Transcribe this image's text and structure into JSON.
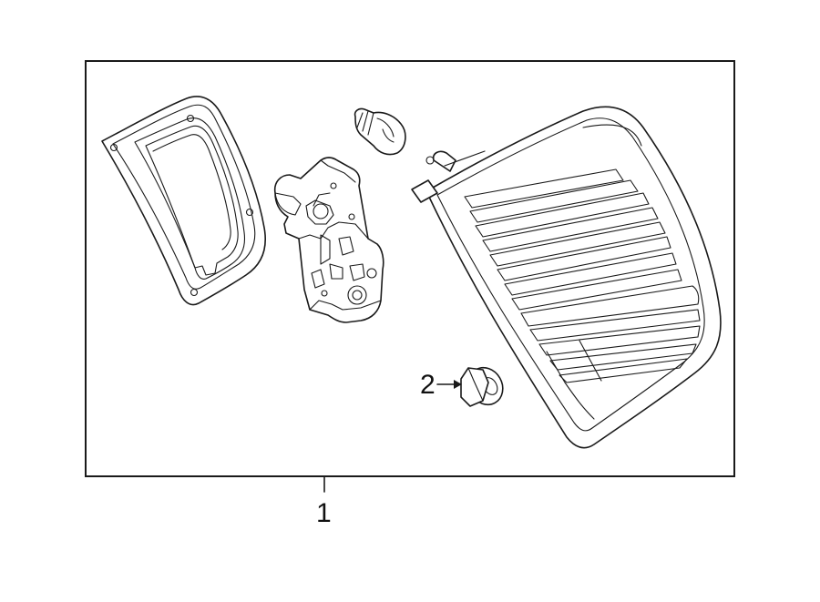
{
  "diagram": {
    "callouts": [
      {
        "id": "1",
        "label": "1",
        "part": "tail-lamp-assembly"
      },
      {
        "id": "2",
        "label": "2",
        "part": "nut"
      }
    ],
    "parts": [
      "lamp-gasket-seal-icon",
      "bulb-socket-holder-icon",
      "bulb-icon",
      "tail-lamp-lens-housing-icon",
      "nut-icon"
    ],
    "colors": {
      "line": "#1a1a1a",
      "background": "#ffffff"
    }
  }
}
